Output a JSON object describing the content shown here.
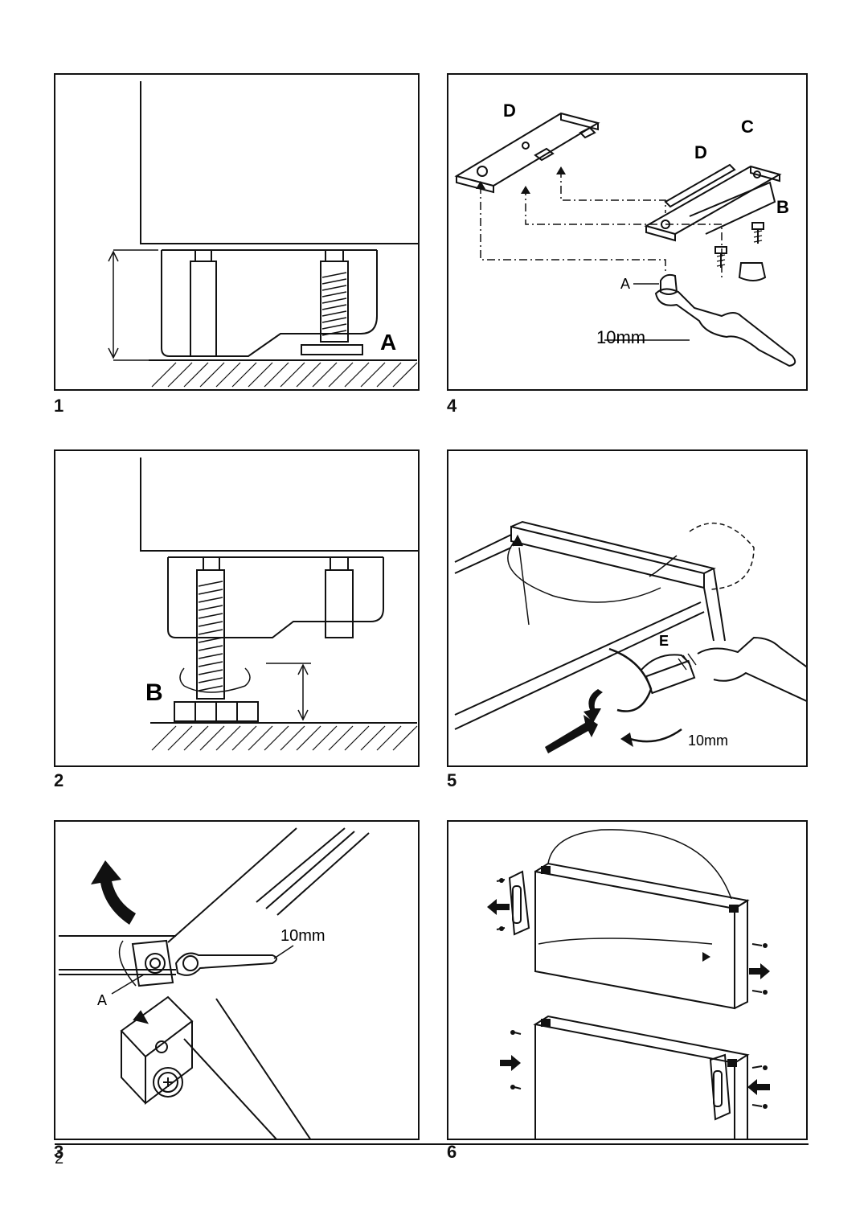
{
  "figures": [
    {
      "number": "1",
      "labels": {
        "a": "A"
      }
    },
    {
      "number": "2",
      "labels": {
        "b": "B"
      }
    },
    {
      "number": "3",
      "labels": {
        "a": "A",
        "wrench": "10mm"
      }
    },
    {
      "number": "4",
      "labels": {
        "d1": "D",
        "d2": "D",
        "c": "C",
        "b": "B",
        "a": "A",
        "wrench": "10mm"
      }
    },
    {
      "number": "5",
      "labels": {
        "e": "E",
        "wrench": "10mm"
      }
    },
    {
      "number": "6",
      "labels": {}
    }
  ],
  "page_number": "2"
}
